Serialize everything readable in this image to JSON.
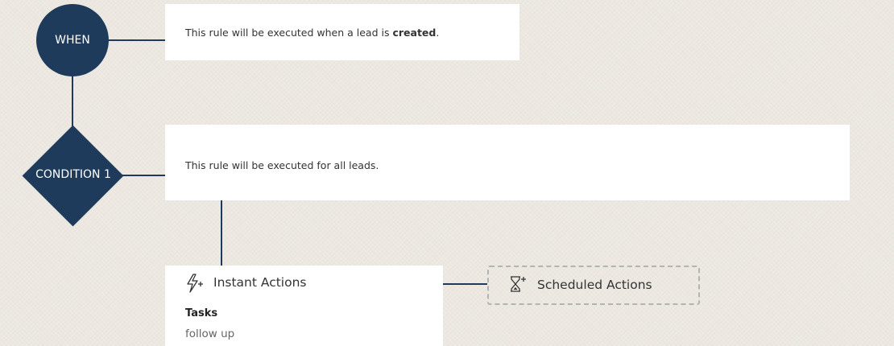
{
  "when": {
    "node_label": "WHEN",
    "description_prefix": "This rule will be executed when a lead is ",
    "description_bold": "created",
    "description_suffix": "."
  },
  "condition": {
    "node_label": "CONDITION 1",
    "description": "This rule will be executed for all leads."
  },
  "instant_actions": {
    "title": "Instant Actions",
    "icon": "lightning-plus-icon",
    "tasks_label": "Tasks",
    "tasks": [
      "follow up"
    ]
  },
  "scheduled_actions": {
    "title": "Scheduled Actions",
    "icon": "hourglass-plus-icon"
  },
  "colors": {
    "node": "#1f3b5c",
    "background": "#ece8e1",
    "card": "#ffffff",
    "dashed_border": "#b3b3b3"
  }
}
